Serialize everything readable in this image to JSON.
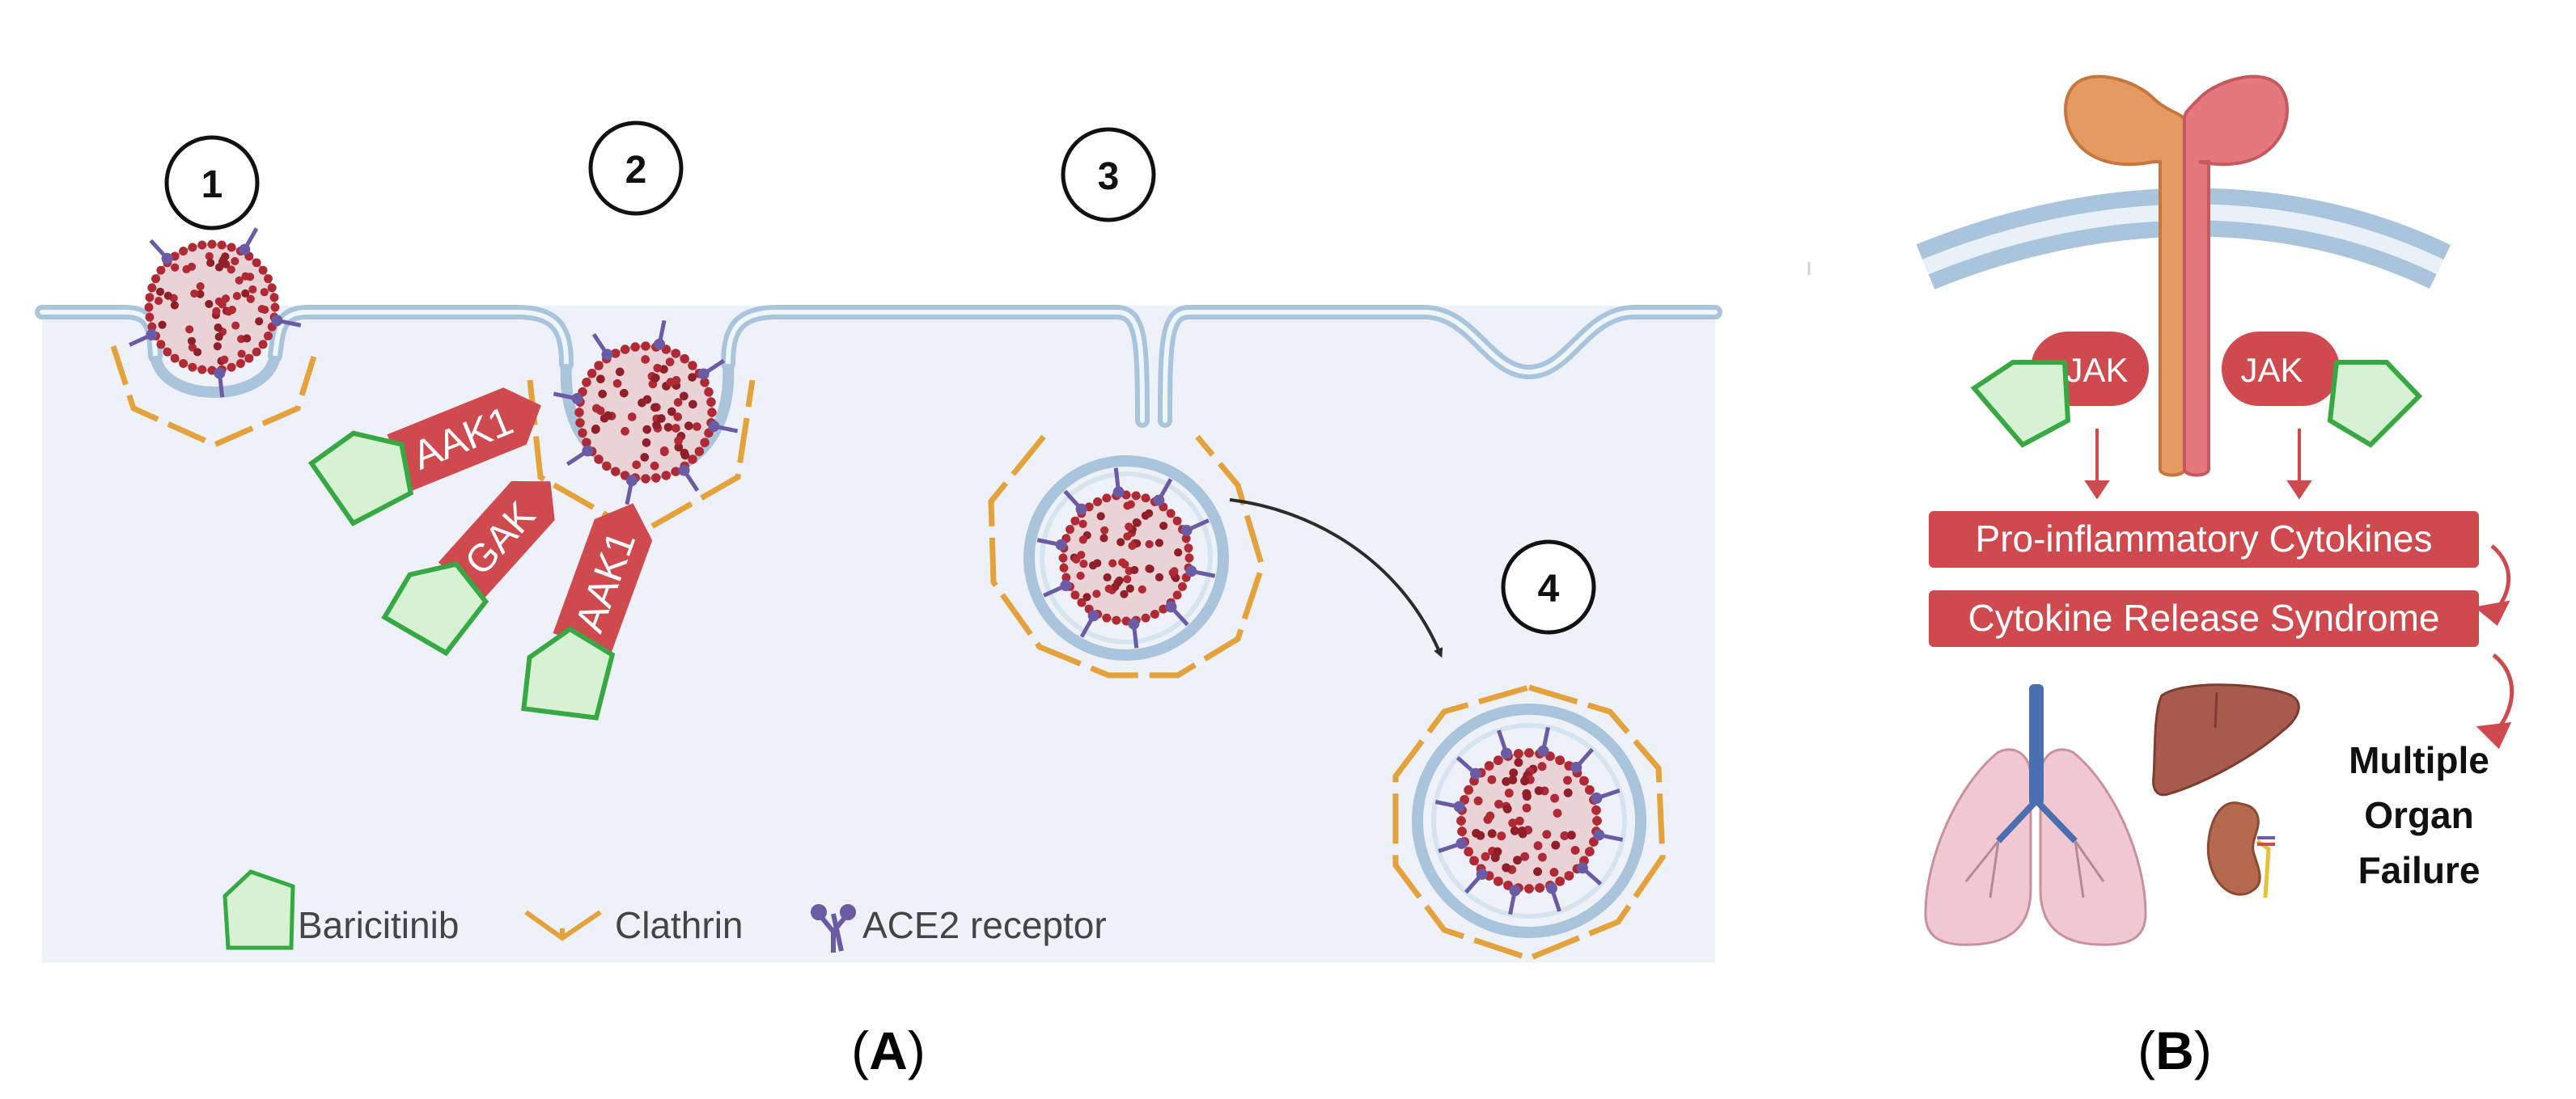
{
  "panel_a": {
    "steps": [
      "1",
      "2",
      "3",
      "4"
    ],
    "enzymes": [
      "AAK1",
      "GAK",
      "AAK1"
    ],
    "legend": {
      "baricitinib": "Baricitinib",
      "clathrin": "Clathrin",
      "ace2": "ACE2 receptor"
    },
    "caption_paren_open": "(",
    "caption_letter": "A",
    "caption_paren_close": ")"
  },
  "panel_b": {
    "jak_left": "JAK",
    "jak_right": "JAK",
    "cytokines_box": "Pro-inflammatory Cytokines",
    "release_box": "Cytokine Release Syndrome",
    "failure_lines": [
      "Multiple",
      "Organ",
      "Failure"
    ],
    "caption_paren_open": "(",
    "caption_letter": "B",
    "caption_paren_close": ")"
  },
  "colors": {
    "cell_fill": "#eef2f8",
    "membrane": "#aac4dc",
    "clathrin": "#e3a23c",
    "ace2": "#6b5ba4",
    "drug_fill": "#d7f2d2",
    "drug_stroke": "#38a845",
    "kinase": "#cf4a4e",
    "virus": "#b02a35",
    "receptor_left": "#e59a62",
    "receptor_right": "#e5777e"
  }
}
